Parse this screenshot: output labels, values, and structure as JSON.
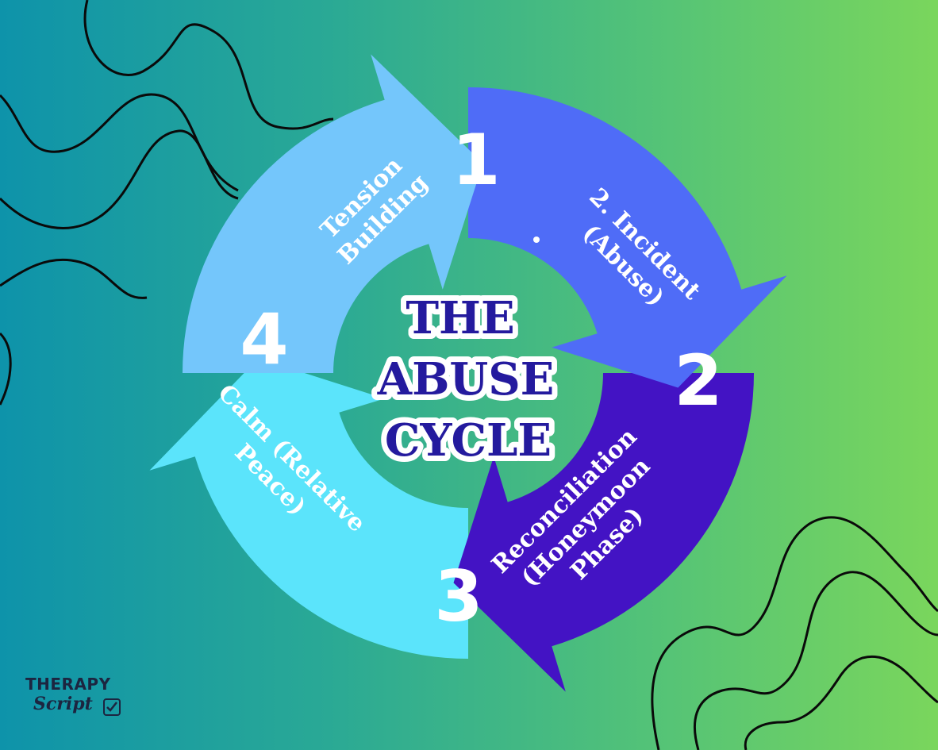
{
  "title": {
    "lines": [
      "THE",
      "ABUSE",
      "CYCLE"
    ]
  },
  "stages": [
    {
      "number": "1",
      "lines": [
        "Tension",
        "Building"
      ],
      "color": "#74c6fb"
    },
    {
      "number": "2",
      "lines": [
        "2. Incident",
        "(Abuse)"
      ],
      "color": "#4f6cf7"
    },
    {
      "number": "3",
      "lines": [
        "Reconciliation",
        "(Honeymoon",
        "Phase)"
      ],
      "color": "#4313c4"
    },
    {
      "number": "4",
      "lines": [
        "Calm (Relative",
        "Peace)"
      ],
      "color": "#5be4fb"
    }
  ],
  "logo": {
    "line1": "THERAPY",
    "line2": "Script"
  },
  "colors": {
    "background_left": "#0e93aa",
    "background_right": "#7ad65c",
    "title_text": "#241a9e"
  }
}
